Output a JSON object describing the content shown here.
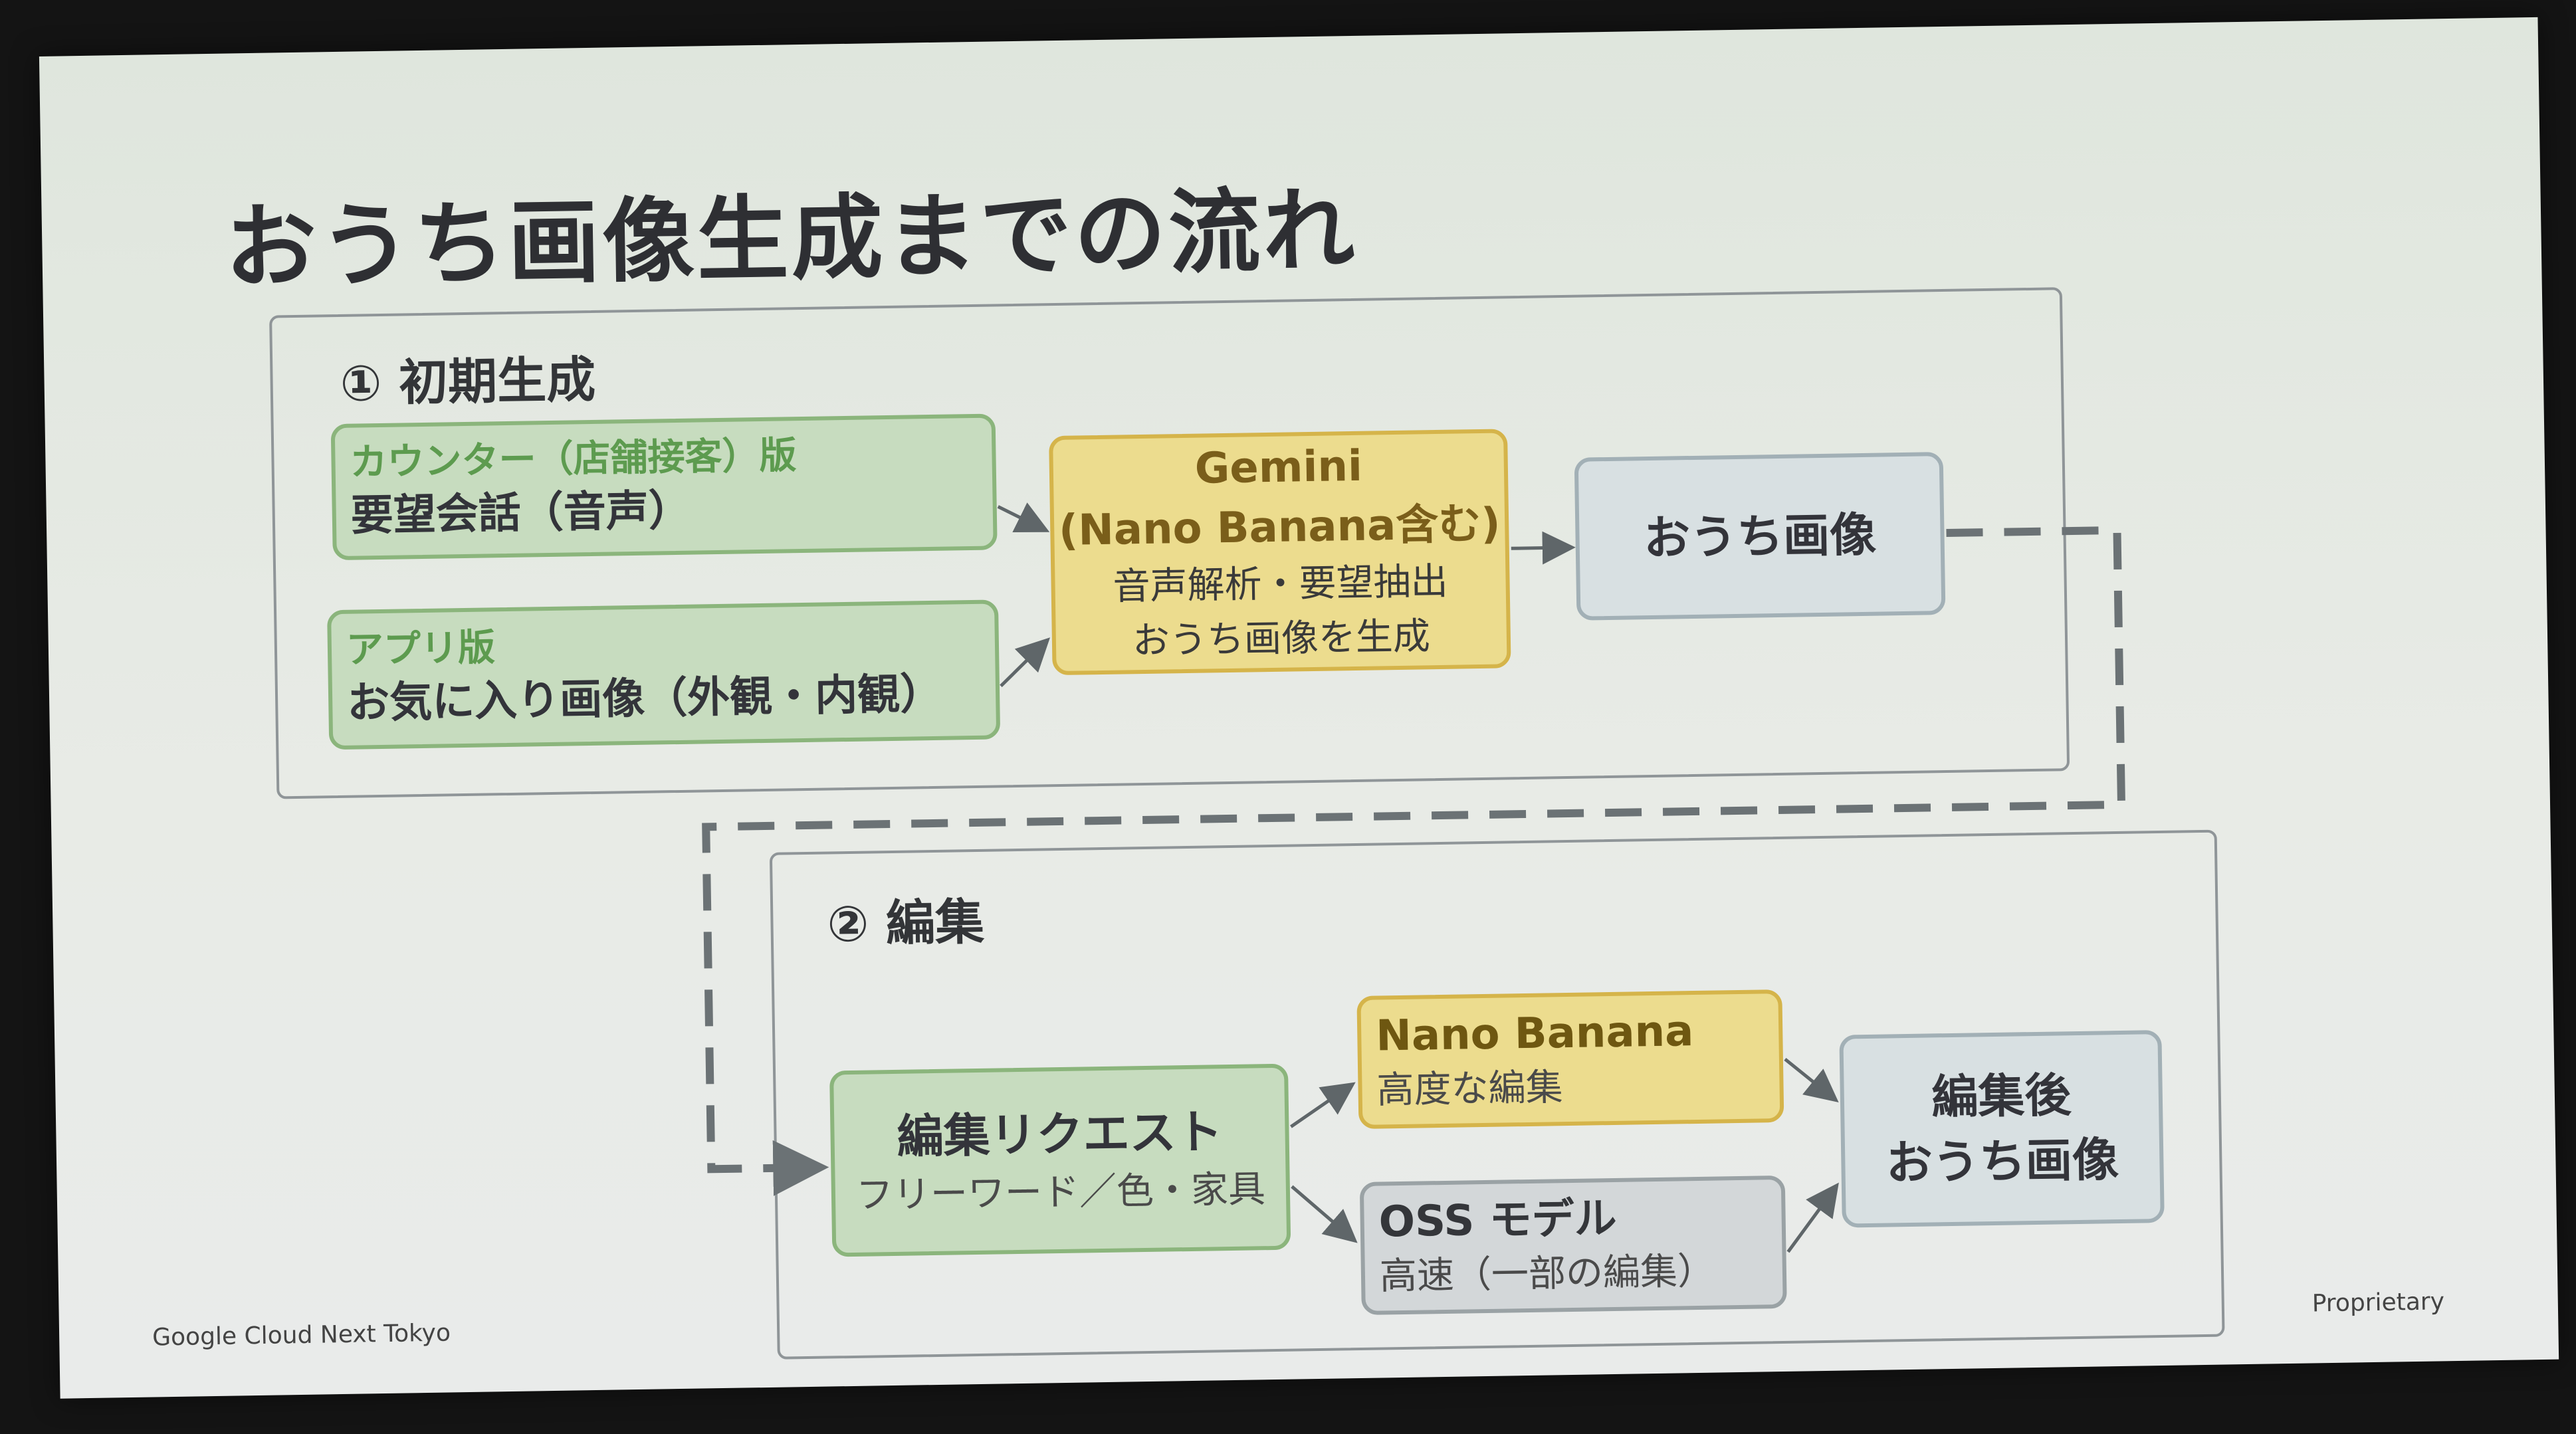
{
  "title": "おうち画像生成までの流れ",
  "section1": {
    "label": "① 初期生成",
    "counter": {
      "tag": "カウンター（店舗接客）版",
      "text": "要望会話（音声）"
    },
    "app": {
      "tag": "アプリ版",
      "text": "お気に入り画像（外観・内観）"
    },
    "gemini": {
      "line1": "Gemini",
      "line2": "(Nano Banana含む)",
      "line3": "音声解析・要望抽出",
      "line4": "おうち画像を生成"
    },
    "output": "おうち画像"
  },
  "section2": {
    "label": "② 編集",
    "request": {
      "title": "編集リクエスト",
      "sub": "フリーワード／色・家具"
    },
    "nano": {
      "title": "Nano Banana",
      "sub": "高度な編集"
    },
    "oss": {
      "title": "OSS モデル",
      "sub": "高速（一部の編集）"
    },
    "output": {
      "line1": "編集後",
      "line2": "おうち画像"
    }
  },
  "footer": {
    "left": "Google Cloud Next Tokyo",
    "right": "Proprietary"
  }
}
